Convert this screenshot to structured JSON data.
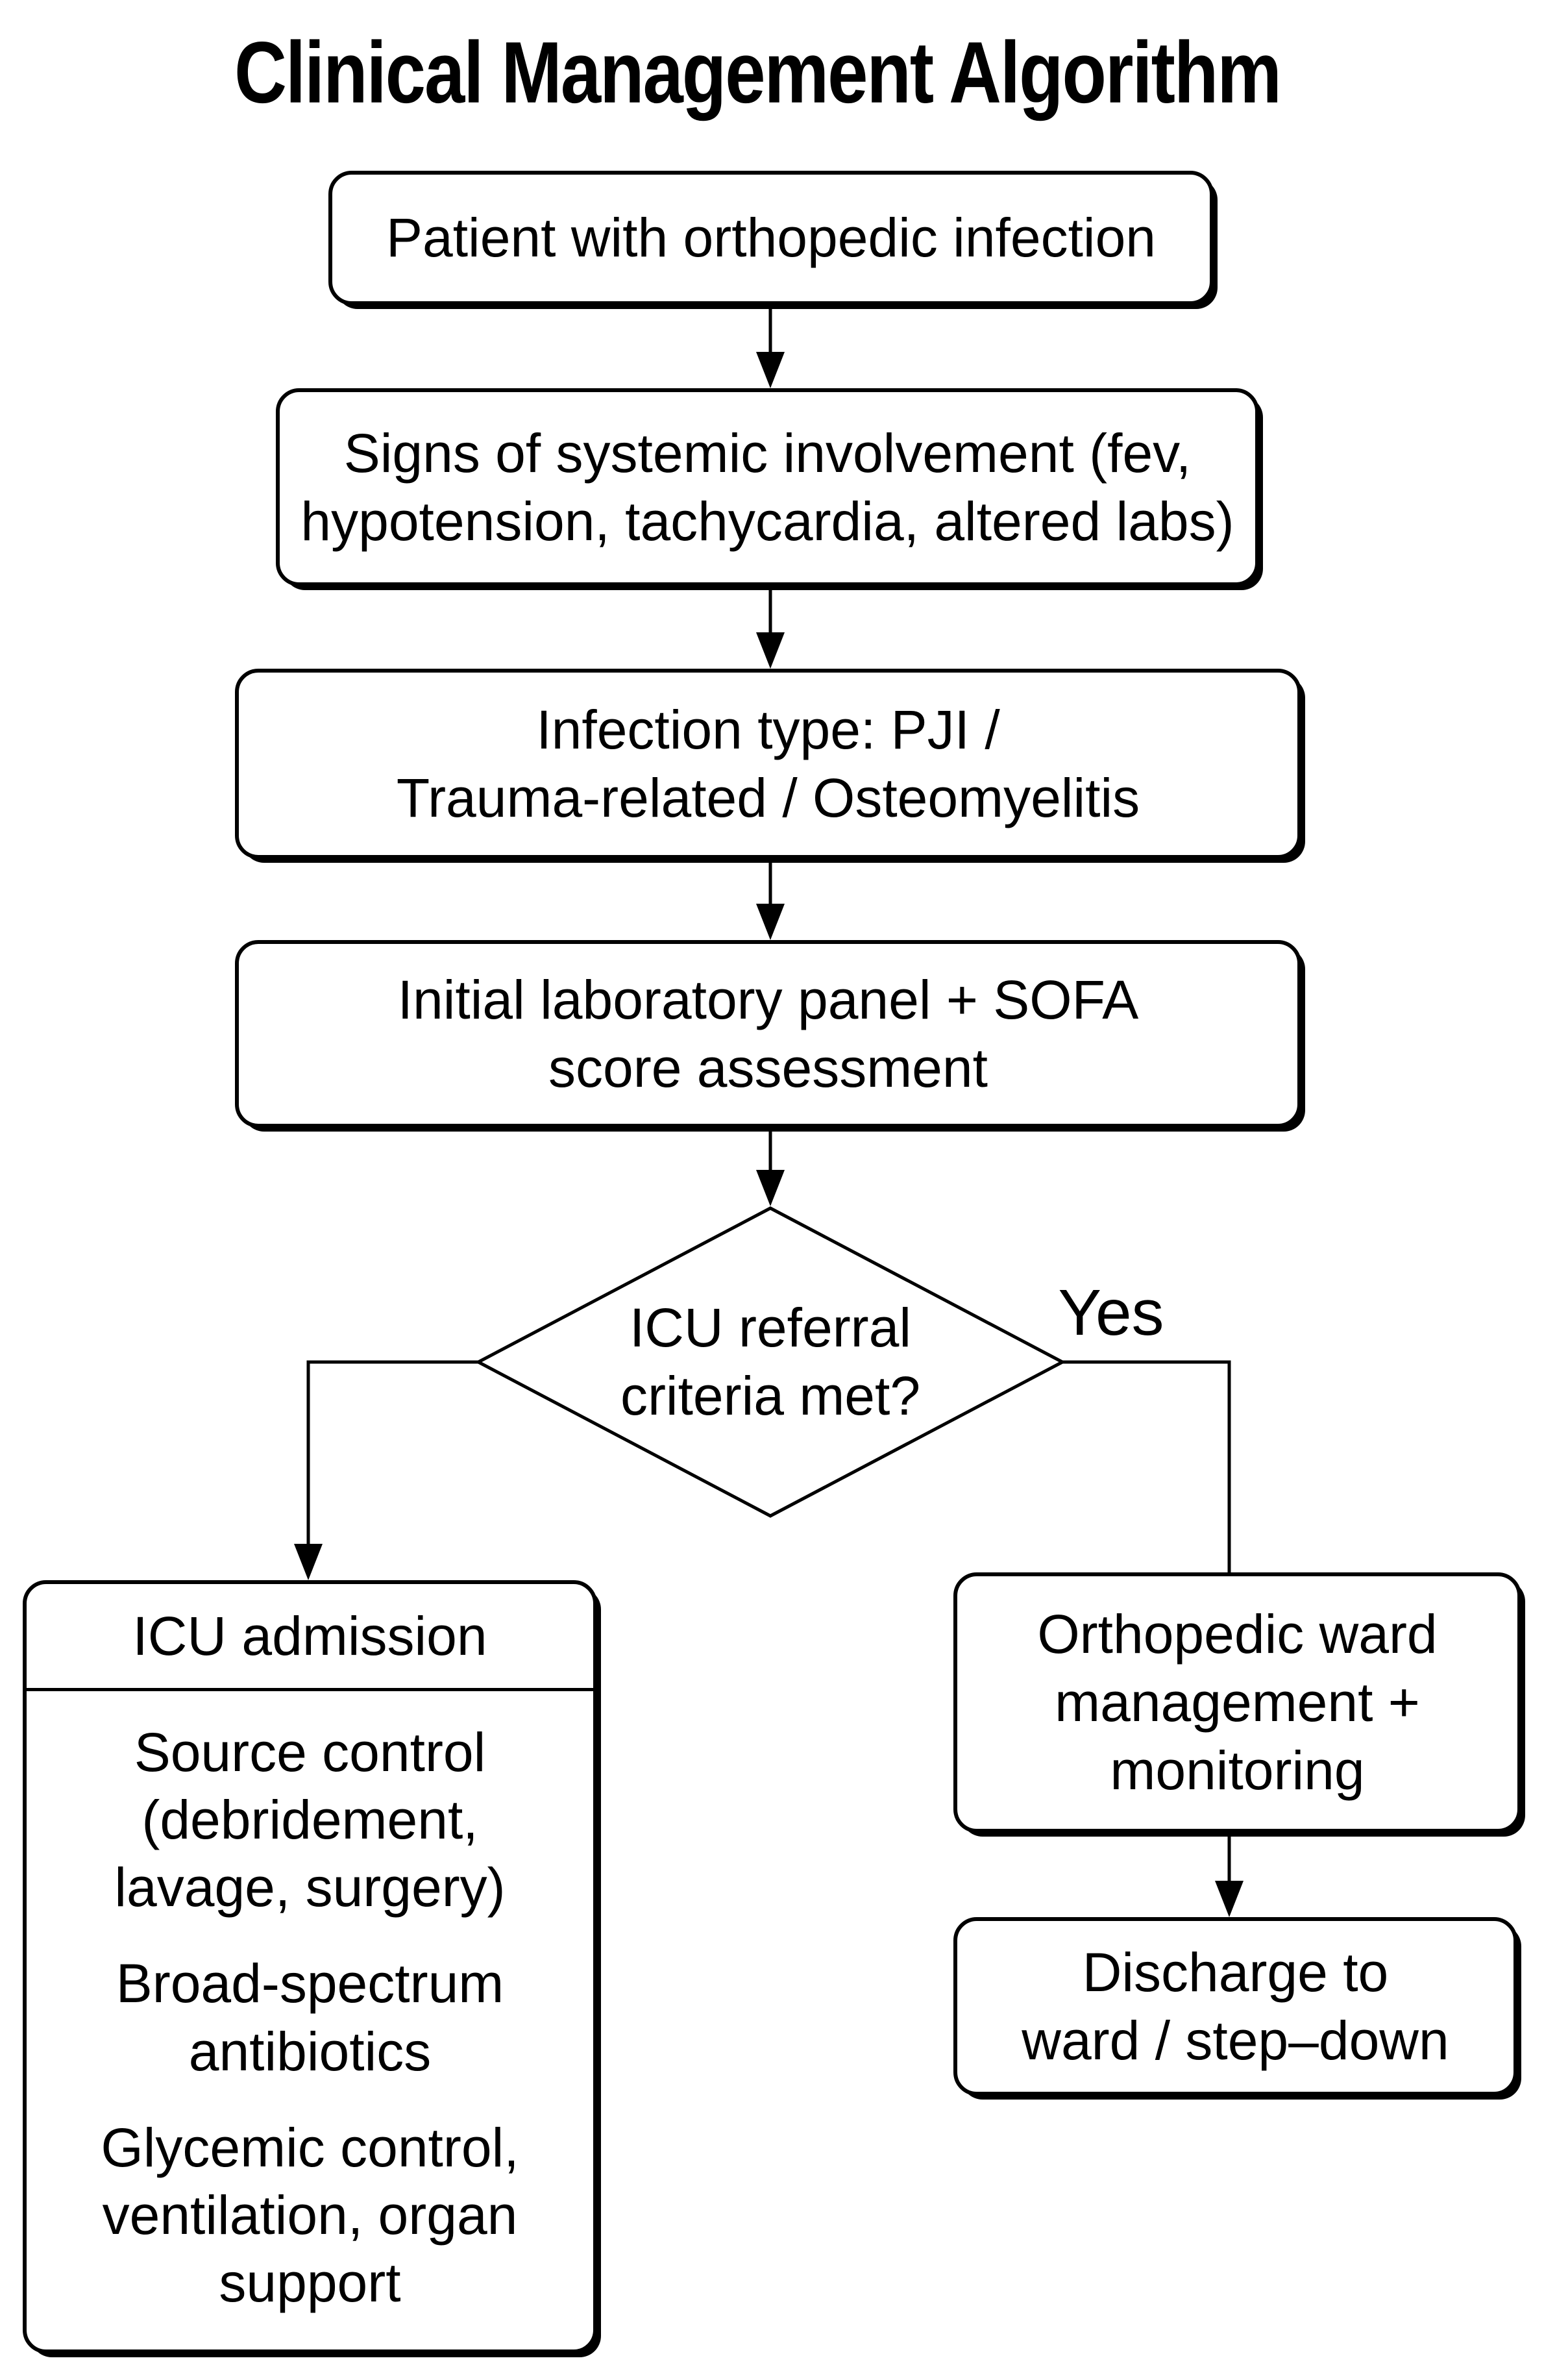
{
  "title": "Clinical Management Algorithm",
  "colors": {
    "ink": "#000000",
    "paper": "#ffffff"
  },
  "flow": {
    "start": "Patient with orthopedic infection",
    "signs": "Signs of systemic involvement (fev,\nhypotension, tachycardia, altered labs)",
    "type": "Infection type: PJI /\nTrauma-related / Osteomyelitis",
    "labs": "Initial laboratory panel + SOFA\nscore assessment",
    "decision": "ICU referral\ncriteria met?",
    "yes_label": "Yes",
    "icu": {
      "header": "ICU admission",
      "items": [
        "Source control\n(debridement,\nlavage, surgery)",
        "Broad-spectrum\nantibiotics",
        "Glycemic control,\nventilation, organ\nsupport"
      ]
    },
    "ward": "Orthopedic ward\nmanagement +\nmonitoring",
    "discharge": "Discharge to\nward / step–down"
  }
}
